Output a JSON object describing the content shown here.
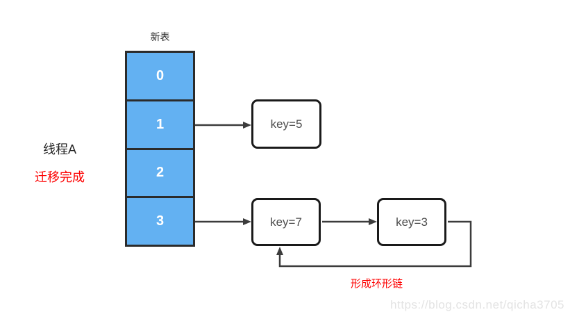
{
  "diagram": {
    "left_labels": {
      "thread": "线程A",
      "status": "迁移完成"
    },
    "table": {
      "title": "新表",
      "cells": [
        "0",
        "1",
        "2",
        "3"
      ]
    },
    "nodes": {
      "key5": "key=5",
      "key7": "key=7",
      "key3": "key=3"
    },
    "annotations": {
      "loop_note": "形成环形链"
    },
    "watermark": "https://blog.csdn.net/qicha3705",
    "colors": {
      "bucket_fill": "#63b1f2",
      "bucket_border": "#2b2b2b",
      "node_border": "#1a1a1a",
      "node_text": "#4d4d4d",
      "arrow": "#3c3c3c",
      "accent_red": "#fd0000",
      "watermark_gray": "#e3e3e3"
    }
  }
}
